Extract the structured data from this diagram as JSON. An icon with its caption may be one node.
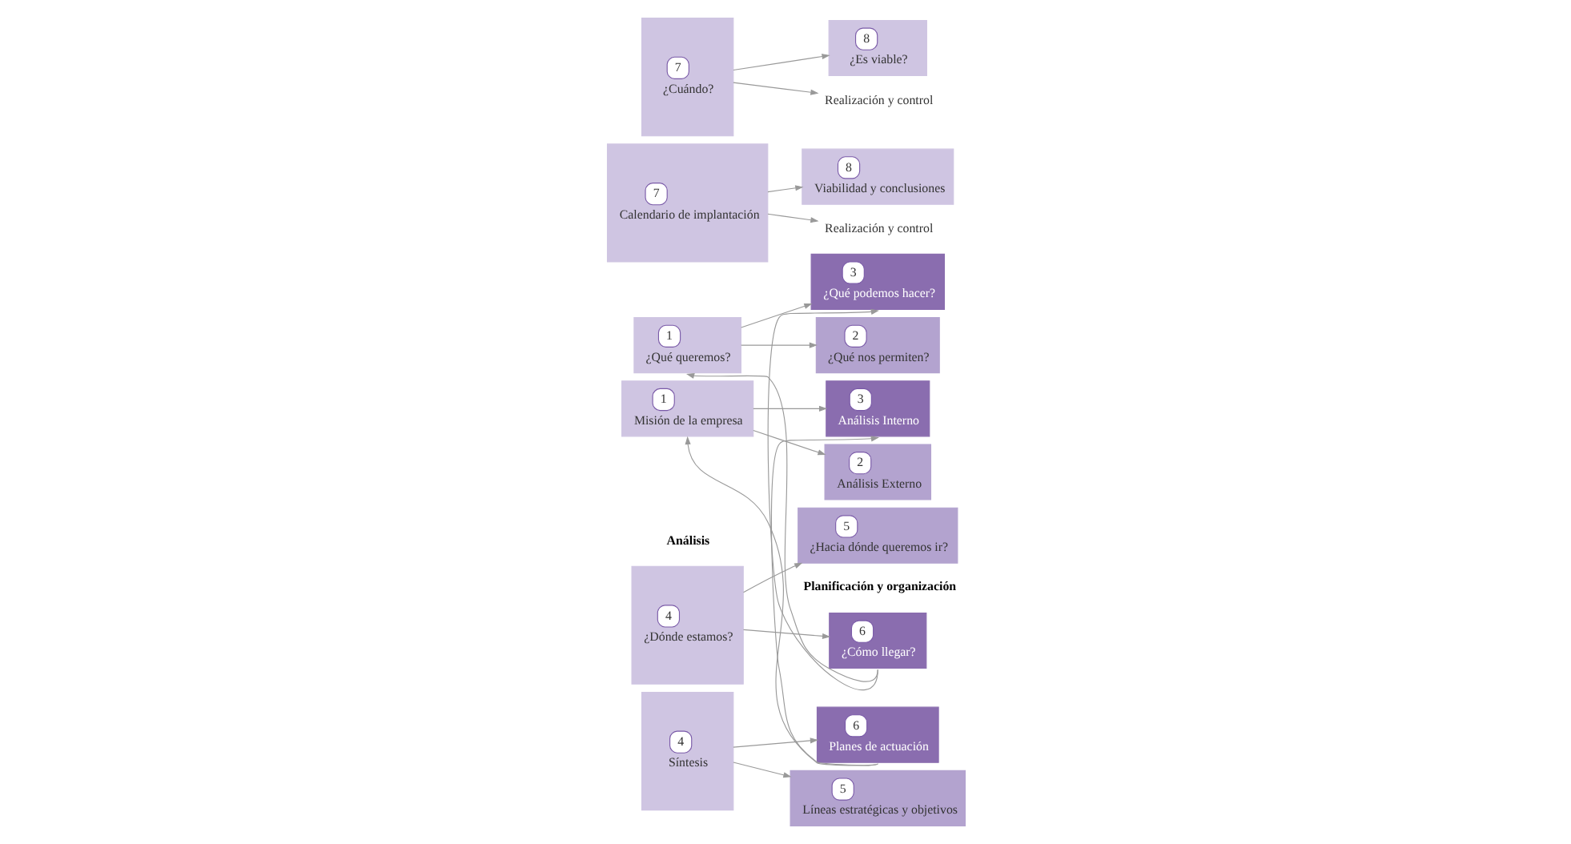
{
  "diagram": {
    "nodes": [
      {
        "text": [
          "1",
          "¿Qué queremos?"
        ]
      },
      {
        "text": [
          "2",
          "¿Qué nos permiten?"
        ]
      },
      {
        "text": [
          "3",
          "¿Qué podemos hacer?"
        ]
      },
      {
        "text": [
          "4",
          "¿Dónde estamos?"
        ]
      },
      {
        "text": [
          "5",
          "¿Hacia dónde queremos ir?"
        ]
      },
      {
        "text": [
          "6",
          "¿Cómo llegar?"
        ]
      },
      {
        "text": [
          "7",
          "¿Cuándo?"
        ]
      },
      {
        "text": [
          "8",
          "¿Es viable?"
        ]
      },
      {
        "text": [
          "Realización y control"
        ]
      },
      {
        "text": [
          "1",
          "Misión de la empresa"
        ]
      },
      {
        "text": [
          "2",
          "Análisis Externo"
        ]
      },
      {
        "text": [
          "3",
          "Análisis Interno"
        ]
      },
      {
        "text": [
          "4",
          "Síntesis"
        ]
      },
      {
        "text": [
          "5",
          "Líneas estratégicas y objetivos"
        ]
      },
      {
        "text": [
          "6",
          "Planes de actuación"
        ]
      },
      {
        "text": [
          "7",
          "Calendario de implantación"
        ]
      },
      {
        "text": [
          "8",
          "Viabilidad y conclusiones"
        ]
      },
      {
        "text": [
          "Realización y control"
        ]
      }
    ],
    "edges": [
      {
        "from": 0,
        "to": 1,
        "arrow": "to"
      },
      {
        "from": 0,
        "to": 2,
        "arrow": "to"
      },
      {
        "from": 3,
        "to": 4,
        "arrow": "to"
      },
      {
        "from": 3,
        "to": 5,
        "arrow": "to"
      },
      {
        "from": 6,
        "to": 7,
        "arrow": "to"
      },
      {
        "from": 6,
        "to": 8,
        "arrow": "to"
      },
      {
        "from": 5,
        "to": 0,
        "arrow": "to"
      },
      {
        "from": 5,
        "to": 2,
        "arrow": "to"
      },
      {
        "from": 9,
        "to": 10,
        "arrow": "to"
      },
      {
        "from": 9,
        "to": 11,
        "arrow": "to"
      },
      {
        "from": 12,
        "to": 13,
        "arrow": "to"
      },
      {
        "from": 12,
        "to": 14,
        "arrow": "to"
      },
      {
        "from": 15,
        "to": 16,
        "arrow": "to"
      },
      {
        "from": 15,
        "to": 17,
        "arrow": "to"
      },
      {
        "from": 14,
        "to": 9,
        "arrow": "to"
      },
      {
        "from": 14,
        "to": 11,
        "arrow": "to"
      }
    ],
    "labels": [
      "Análisis",
      "Planificación y organización"
    ]
  }
}
